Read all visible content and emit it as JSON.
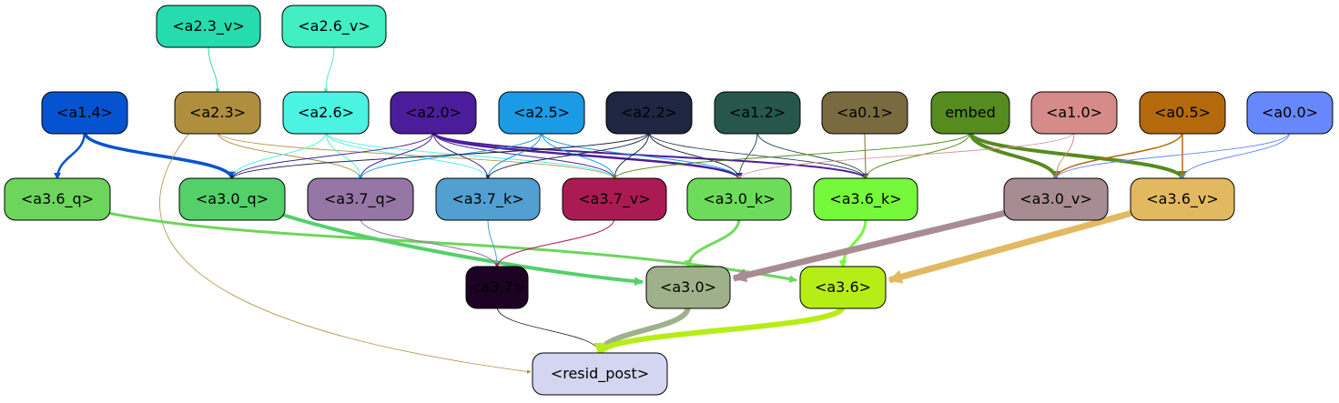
{
  "graph": {
    "nodes": [
      {
        "id": "a2_3_v",
        "label": "<a2.3_v>",
        "fill": "#26dbad",
        "text": "#000000"
      },
      {
        "id": "a2_6_v",
        "label": "<a2.6_v>",
        "fill": "#41efc2",
        "text": "#000000"
      },
      {
        "id": "a1_4",
        "label": "<a1.4>",
        "fill": "#0553d1",
        "text": "#000000"
      },
      {
        "id": "a2_3",
        "label": "<a2.3>",
        "fill": "#af8e3d",
        "text": "#000000"
      },
      {
        "id": "a2_6",
        "label": "<a2.6>",
        "fill": "#4bf3e2",
        "text": "#000000"
      },
      {
        "id": "a2_0",
        "label": "<a2.0>",
        "fill": "#4b1d9a",
        "text": "#000000"
      },
      {
        "id": "a2_5",
        "label": "<a2.5>",
        "fill": "#1b9ae5",
        "text": "#000000"
      },
      {
        "id": "a2_2",
        "label": "<a2.2>",
        "fill": "#1e2642",
        "text": "#000000"
      },
      {
        "id": "a1_2",
        "label": "<a1.2>",
        "fill": "#27574c",
        "text": "#000000"
      },
      {
        "id": "a0_1",
        "label": "<a0.1>",
        "fill": "#796a40",
        "text": "#000000"
      },
      {
        "id": "embed",
        "label": "embed",
        "fill": "#558b1f",
        "text": "#000000"
      },
      {
        "id": "a1_0",
        "label": "<a1.0>",
        "fill": "#d58b88",
        "text": "#000000"
      },
      {
        "id": "a0_5",
        "label": "<a0.5>",
        "fill": "#b4690c",
        "text": "#000000"
      },
      {
        "id": "a0_0",
        "label": "<a0.0>",
        "fill": "#6788fc",
        "text": "#000000"
      },
      {
        "id": "a3_6_q",
        "label": "<a3.6_q>",
        "fill": "#6dd55b",
        "text": "#000000"
      },
      {
        "id": "a3_0_q",
        "label": "<a3.0_q>",
        "fill": "#54d06a",
        "text": "#000000"
      },
      {
        "id": "a3_7_q",
        "label": "<a3.7_q>",
        "fill": "#9576a4",
        "text": "#000000"
      },
      {
        "id": "a3_7_k",
        "label": "<a3.7_k>",
        "fill": "#52a0d1",
        "text": "#000000"
      },
      {
        "id": "a3_7_v",
        "label": "<a3.7_v>",
        "fill": "#a91b52",
        "text": "#000000"
      },
      {
        "id": "a3_0_k",
        "label": "<a3.0_k>",
        "fill": "#6ddc5a",
        "text": "#000000"
      },
      {
        "id": "a3_6_k",
        "label": "<a3.6_k>",
        "fill": "#76f83b",
        "text": "#000000"
      },
      {
        "id": "a3_0_v",
        "label": "<a3.0_v>",
        "fill": "#a78c94",
        "text": "#000000"
      },
      {
        "id": "a3_6_v",
        "label": "<a3.6_v>",
        "fill": "#e2b961",
        "text": "#000000"
      },
      {
        "id": "a3_7",
        "label": "<a3.7>",
        "fill": "#1e0225",
        "text": "#000000"
      },
      {
        "id": "a3_0",
        "label": "<a3.0>",
        "fill": "#9fb18a",
        "text": "#000000"
      },
      {
        "id": "a3_6",
        "label": "<a3.6>",
        "fill": "#b7ed17",
        "text": "#000000"
      },
      {
        "id": "resid_post",
        "label": "<resid_post>",
        "fill": "#d3d5f1",
        "text": "#000000"
      }
    ],
    "edges": [
      {
        "from": "a2_3_v",
        "to": "a2_3",
        "color": "#26dbad",
        "weight": 1
      },
      {
        "from": "a2_6_v",
        "to": "a2_6",
        "color": "#41efc2",
        "weight": 1
      },
      {
        "from": "a1_4",
        "to": "a3_6_q",
        "color": "#0553d1",
        "weight": 2.5
      },
      {
        "from": "a1_4",
        "to": "a3_0_q",
        "color": "#0553d1",
        "weight": 3.5
      },
      {
        "from": "a2_3",
        "to": "a3_7_q",
        "color": "#af8e3d",
        "weight": 1
      },
      {
        "from": "a2_3",
        "to": "a3_7_v",
        "color": "#af8e3d",
        "weight": 0.8
      },
      {
        "from": "a2_3",
        "to": "resid_post",
        "color": "#af8e3d",
        "weight": 0.8
      },
      {
        "from": "a2_6",
        "to": "a3_0_q",
        "color": "#4bf3e2",
        "weight": 1
      },
      {
        "from": "a2_6",
        "to": "a3_7_q",
        "color": "#4bf3e2",
        "weight": 1
      },
      {
        "from": "a2_6",
        "to": "a3_7_k",
        "color": "#4bf3e2",
        "weight": 1
      },
      {
        "from": "a2_6",
        "to": "a3_7_v",
        "color": "#4bf3e2",
        "weight": 1
      },
      {
        "from": "a2_0",
        "to": "a3_0_q",
        "color": "#4b1d9a",
        "weight": 1
      },
      {
        "from": "a2_0",
        "to": "a3_7_q",
        "color": "#4b1d9a",
        "weight": 1
      },
      {
        "from": "a2_0",
        "to": "a3_7_k",
        "color": "#4b1d9a",
        "weight": 1
      },
      {
        "from": "a2_0",
        "to": "a3_7_v",
        "color": "#4b1d9a",
        "weight": 1
      },
      {
        "from": "a2_0",
        "to": "a3_0_k",
        "color": "#4b1d9a",
        "weight": 2.5
      },
      {
        "from": "a2_0",
        "to": "a3_6_k",
        "color": "#4b1d9a",
        "weight": 2
      },
      {
        "from": "a2_5",
        "to": "a3_7_q",
        "color": "#1b9ae5",
        "weight": 1
      },
      {
        "from": "a2_5",
        "to": "a3_7_k",
        "color": "#1b9ae5",
        "weight": 1
      },
      {
        "from": "a2_5",
        "to": "a3_7_v",
        "color": "#1b9ae5",
        "weight": 1
      },
      {
        "from": "a2_5",
        "to": "a3_0_k",
        "color": "#1b9ae5",
        "weight": 1
      },
      {
        "from": "a2_2",
        "to": "a3_0_q",
        "color": "#1e2642",
        "weight": 1
      },
      {
        "from": "a2_2",
        "to": "a3_7_k",
        "color": "#1e2642",
        "weight": 1
      },
      {
        "from": "a2_2",
        "to": "a3_7_v",
        "color": "#1e2642",
        "weight": 1
      },
      {
        "from": "a2_2",
        "to": "a3_0_k",
        "color": "#1e2642",
        "weight": 1
      },
      {
        "from": "a2_2",
        "to": "a3_6_k",
        "color": "#1e2642",
        "weight": 0.8
      },
      {
        "from": "a1_2",
        "to": "a3_0_k",
        "color": "#27574c",
        "weight": 1
      },
      {
        "from": "a1_2",
        "to": "a3_6_k",
        "color": "#27574c",
        "weight": 1
      },
      {
        "from": "a0_1",
        "to": "a3_6_k",
        "color": "#796a40",
        "weight": 1
      },
      {
        "from": "embed",
        "to": "a3_7_v",
        "color": "#558b1f",
        "weight": 1
      },
      {
        "from": "embed",
        "to": "a3_6_k",
        "color": "#558b1f",
        "weight": 1
      },
      {
        "from": "embed",
        "to": "a3_0_v",
        "color": "#558b1f",
        "weight": 4
      },
      {
        "from": "embed",
        "to": "a3_6_v",
        "color": "#558b1f",
        "weight": 4
      },
      {
        "from": "a1_0",
        "to": "a3_0_k",
        "color": "#d58b88",
        "weight": 0.8
      },
      {
        "from": "a1_0",
        "to": "a3_0_v",
        "color": "#d58b88",
        "weight": 1
      },
      {
        "from": "a0_5",
        "to": "a3_0_v",
        "color": "#b4690c",
        "weight": 1.5
      },
      {
        "from": "a0_5",
        "to": "a3_6_v",
        "color": "#b4690c",
        "weight": 1.5
      },
      {
        "from": "a0_0",
        "to": "a3_0_v",
        "color": "#6788fc",
        "weight": 1
      },
      {
        "from": "a0_0",
        "to": "a3_6_v",
        "color": "#6788fc",
        "weight": 1
      },
      {
        "from": "a3_6_q",
        "to": "a3_6",
        "color": "#6dd55b",
        "weight": 3
      },
      {
        "from": "a3_0_q",
        "to": "a3_0",
        "color": "#54d06a",
        "weight": 4
      },
      {
        "from": "a3_7_q",
        "to": "a3_7",
        "color": "#9576a4",
        "weight": 1
      },
      {
        "from": "a3_7_k",
        "to": "a3_7",
        "color": "#52a0d1",
        "weight": 1
      },
      {
        "from": "a3_7_v",
        "to": "a3_7",
        "color": "#a91b52",
        "weight": 1
      },
      {
        "from": "a3_0_k",
        "to": "a3_0",
        "color": "#6ddc5a",
        "weight": 3
      },
      {
        "from": "a3_6_k",
        "to": "a3_6",
        "color": "#76f83b",
        "weight": 3
      },
      {
        "from": "a3_0_v",
        "to": "a3_0",
        "color": "#a78c94",
        "weight": 7
      },
      {
        "from": "a3_6_v",
        "to": "a3_6",
        "color": "#e2b961",
        "weight": 7
      },
      {
        "from": "a3_7",
        "to": "resid_post",
        "color": "#1e0225",
        "weight": 0.8
      },
      {
        "from": "a3_0",
        "to": "resid_post",
        "color": "#9fb18a",
        "weight": 6
      },
      {
        "from": "a3_6",
        "to": "resid_post",
        "color": "#b7ed17",
        "weight": 6
      }
    ]
  }
}
